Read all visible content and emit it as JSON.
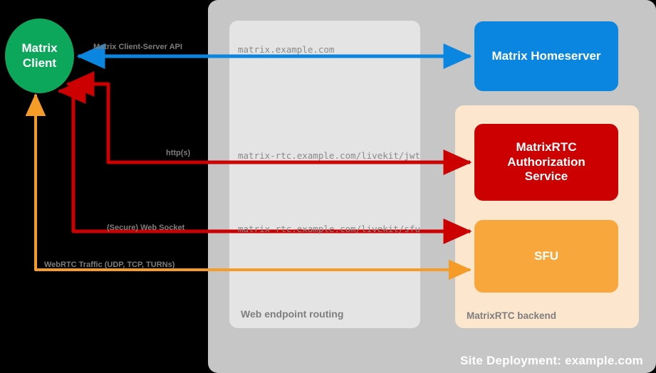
{
  "diagram": {
    "title": "Site Deployment: example.com",
    "nodes": {
      "client": {
        "line1": "Matrix",
        "line2": "Client"
      },
      "homeserver": {
        "label": "Matrix Homeserver"
      },
      "auth": {
        "line1": "MatrixRTC",
        "line2": "Authorization",
        "line3": "Service"
      },
      "sfu": {
        "label": "SFU"
      }
    },
    "panels": {
      "routing": {
        "label": "Web endpoint routing"
      },
      "backend": {
        "label": "MatrixRTC backend"
      }
    },
    "edges": [
      {
        "id": "client-server-api",
        "label": "Matrix Client-Server API",
        "endpoint": "matrix.example.com",
        "color": "#0A86E0",
        "from": "client",
        "to": "homeserver",
        "direction": "bidirectional"
      },
      {
        "id": "jwt",
        "label": "http(s)",
        "endpoint": "matrix-rtc.example.com/livekit/jwt",
        "color": "#CC0000",
        "from": "client",
        "to": "auth",
        "direction": "bidirectional"
      },
      {
        "id": "sfu-ws",
        "label": "(Secure) Web Socket",
        "endpoint": "matrix-rtc.example.com/livekit/sfu",
        "color": "#CC0000",
        "from": "client",
        "to": "sfu",
        "direction": "bidirectional"
      },
      {
        "id": "webrtc",
        "label": "WebRTC Traffic (UDP, TCP, TURNs)",
        "endpoint": "",
        "color": "#F59B28",
        "from": "client",
        "to": "sfu",
        "direction": "bidirectional"
      }
    ],
    "colors": {
      "client_green": "#0DA75C",
      "homeserver_blue": "#0A86E0",
      "auth_red": "#CC0000",
      "sfu_orange": "#F7A73C",
      "site_panel_gray": "#C6C6C6",
      "routing_panel_gray": "#E4E4E4",
      "backend_panel_beige": "#FCE6CE",
      "background": "#000000"
    }
  }
}
